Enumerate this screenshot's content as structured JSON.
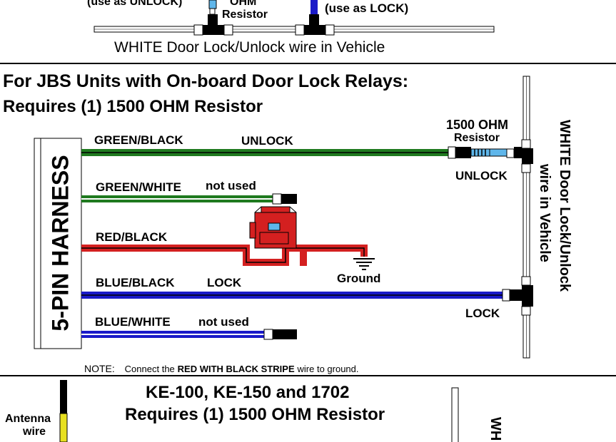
{
  "top_section": {
    "left_fragment": "(use as UNLOCK)",
    "ohm_fragment": "OHM",
    "resistor_fragment": "Resistor",
    "right_fragment": "(use as LOCK)",
    "vehicle_wire_label": "WHITE Door Lock/Unlock wire in Vehicle"
  },
  "middle_section": {
    "title": "For JBS Units with On-board Door Lock Relays:",
    "subtitle": "Requires (1) 1500 OHM Resistor",
    "harness_label": "5-PIN HARNESS",
    "resistor_value": "1500 OHM",
    "resistor_label": "Resistor",
    "vertical_wire_label_1": "WHITE Door Lock/Unlock",
    "vertical_wire_label_2": "wire in Vehicle",
    "wires": [
      {
        "color_name": "GREEN/BLACK",
        "function": "UNLOCK",
        "main_color": "#1f7a1f",
        "stripe_color": "#000000"
      },
      {
        "color_name": "GREEN/WHITE",
        "function": "not used",
        "main_color": "#1f7a1f",
        "stripe_color": "#ffffff"
      },
      {
        "color_name": "RED/BLACK",
        "function": "",
        "main_color": "#d42020",
        "stripe_color": "#000000"
      },
      {
        "color_name": "BLUE/BLACK",
        "function": "LOCK",
        "main_color": "#1a1ac8",
        "stripe_color": "#000000"
      },
      {
        "color_name": "BLUE/WHITE",
        "function": "not used",
        "main_color": "#1a1ac8",
        "stripe_color": "#ffffff"
      }
    ],
    "unlock_tap_label": "UNLOCK",
    "lock_tap_label": "LOCK",
    "ground_label": "Ground",
    "note_prefix": "NOTE:",
    "note_text_a": "Connect the",
    "note_text_b": "RED WITH BLACK STRIPE",
    "note_text_c": "wire to ground."
  },
  "bottom_section": {
    "title": "KE-100, KE-150 and 1702",
    "subtitle": "Requires (1) 1500 OHM Resistor",
    "antenna_label_1": "Antenna",
    "antenna_label_2": "wire",
    "right_fragment": "WH"
  }
}
